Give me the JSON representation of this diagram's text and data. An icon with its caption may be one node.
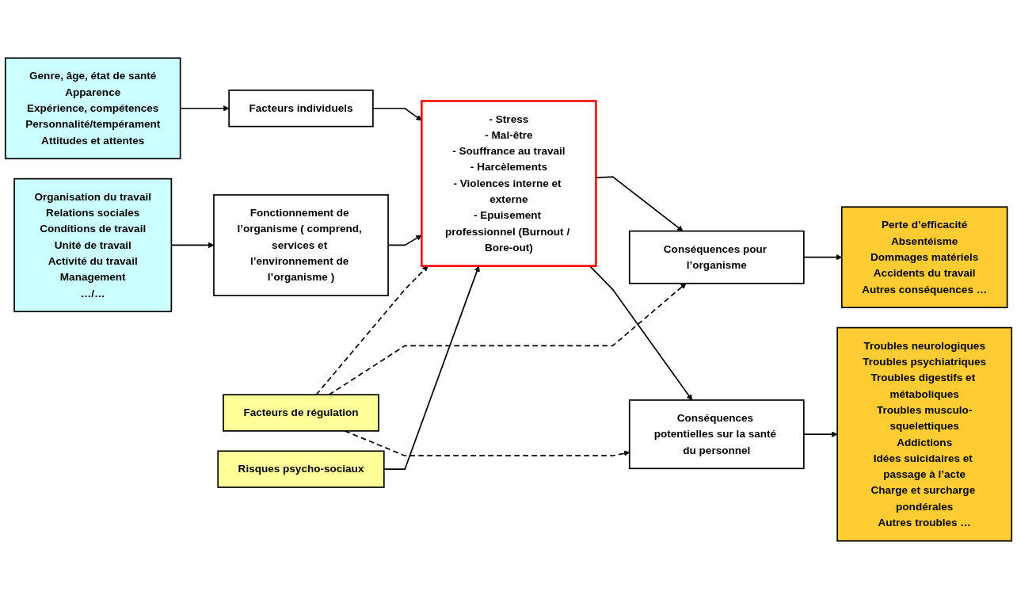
{
  "diagram": {
    "nodes": [
      {
        "text": [
          "Genre, âge, état de santé",
          "Apparence",
          "Expérience, compétences",
          "Personnalité/tempérament",
          "Attitudes et attentes"
        ]
      },
      {
        "text": [
          "Facteurs individuels"
        ]
      },
      {
        "text": [
          "Fonctionnement de l’organisme ( comprend, services et l’environnement de l’organisme )"
        ]
      },
      {
        "text": [
          "Organisation du travail",
          "Relations sociales",
          "Conditions de travail",
          "Unité de travail",
          "Activité du travail",
          "Management",
          "…/…"
        ]
      },
      {
        "text": [
          "Facteurs de régulation"
        ]
      },
      {
        "text": [
          "- Stress",
          "- Mal-être",
          "- Souffrance au travail",
          "- Harcèlements",
          "- Violences interne et externe",
          "- Epuisement professionnel (Burnout / Bore-out)"
        ]
      },
      {
        "text": [
          "Risques psycho-sociaux"
        ]
      },
      {
        "text": [
          "Conséquences pour l’organisme"
        ]
      },
      {
        "text": [
          "Conséquences potentielles sur la santé du personnel"
        ]
      },
      {
        "text": [
          "Perte d’efficacité",
          "Absentéisme",
          "Dommages matériels",
          "Accidents du travail",
          "Autres conséquences …"
        ]
      },
      {
        "text": [
          "Troubles neurologiques",
          "Troubles psychiatriques",
          "Troubles digestifs et métaboliques",
          "Troubles musculo-squelettiques",
          "Addictions",
          "Idées suicidaires et passage à l’acte",
          "Charge et surcharge pondérales",
          "Autres troubles …"
        ]
      }
    ],
    "edges": [
      {
        "from": 0,
        "to": 1,
        "arrow": "to"
      },
      {
        "from": 3,
        "to": 2,
        "arrow": "to"
      },
      {
        "from": 1,
        "to": 5,
        "arrow": "to"
      },
      {
        "from": 2,
        "to": 5,
        "arrow": "to"
      },
      {
        "from": 4,
        "to": 5,
        "arrow": "to",
        "style": "dashed"
      },
      {
        "from": 4,
        "to": 7,
        "arrow": "to",
        "style": "dashed"
      },
      {
        "from": 4,
        "to": 8,
        "arrow": "to",
        "style": "dashed"
      },
      {
        "from": 6,
        "to": 5,
        "arrow": "to"
      },
      {
        "from": 5,
        "to": 7,
        "arrow": "to"
      },
      {
        "from": 5,
        "to": 8,
        "arrow": "to"
      },
      {
        "from": 7,
        "to": 9,
        "arrow": "to"
      },
      {
        "from": 8,
        "to": 10,
        "arrow": "to"
      }
    ]
  }
}
